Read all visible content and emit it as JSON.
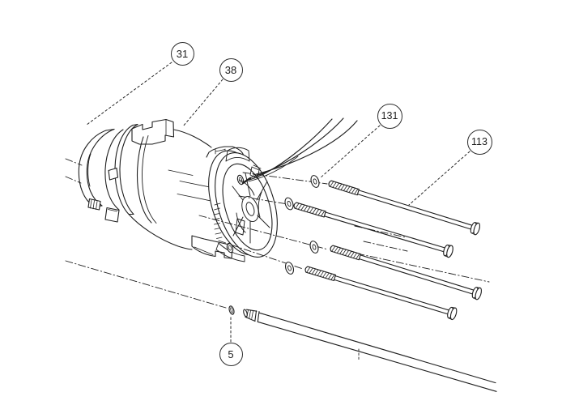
{
  "figure": {
    "kind": "exploded parts diagram of an electric motor assembly",
    "background_color": "#ffffff",
    "line_color": "#1f1f1f"
  },
  "callouts": [
    {
      "label": "31",
      "target_part": "rear end cap"
    },
    {
      "label": "38",
      "target_part": "motor field housing"
    },
    {
      "label": "131",
      "target_part": "flat washer"
    },
    {
      "label": "113",
      "target_part": "long tie-bolt screw"
    },
    {
      "label": "5",
      "target_part": "o-ring on shaft rod"
    }
  ]
}
